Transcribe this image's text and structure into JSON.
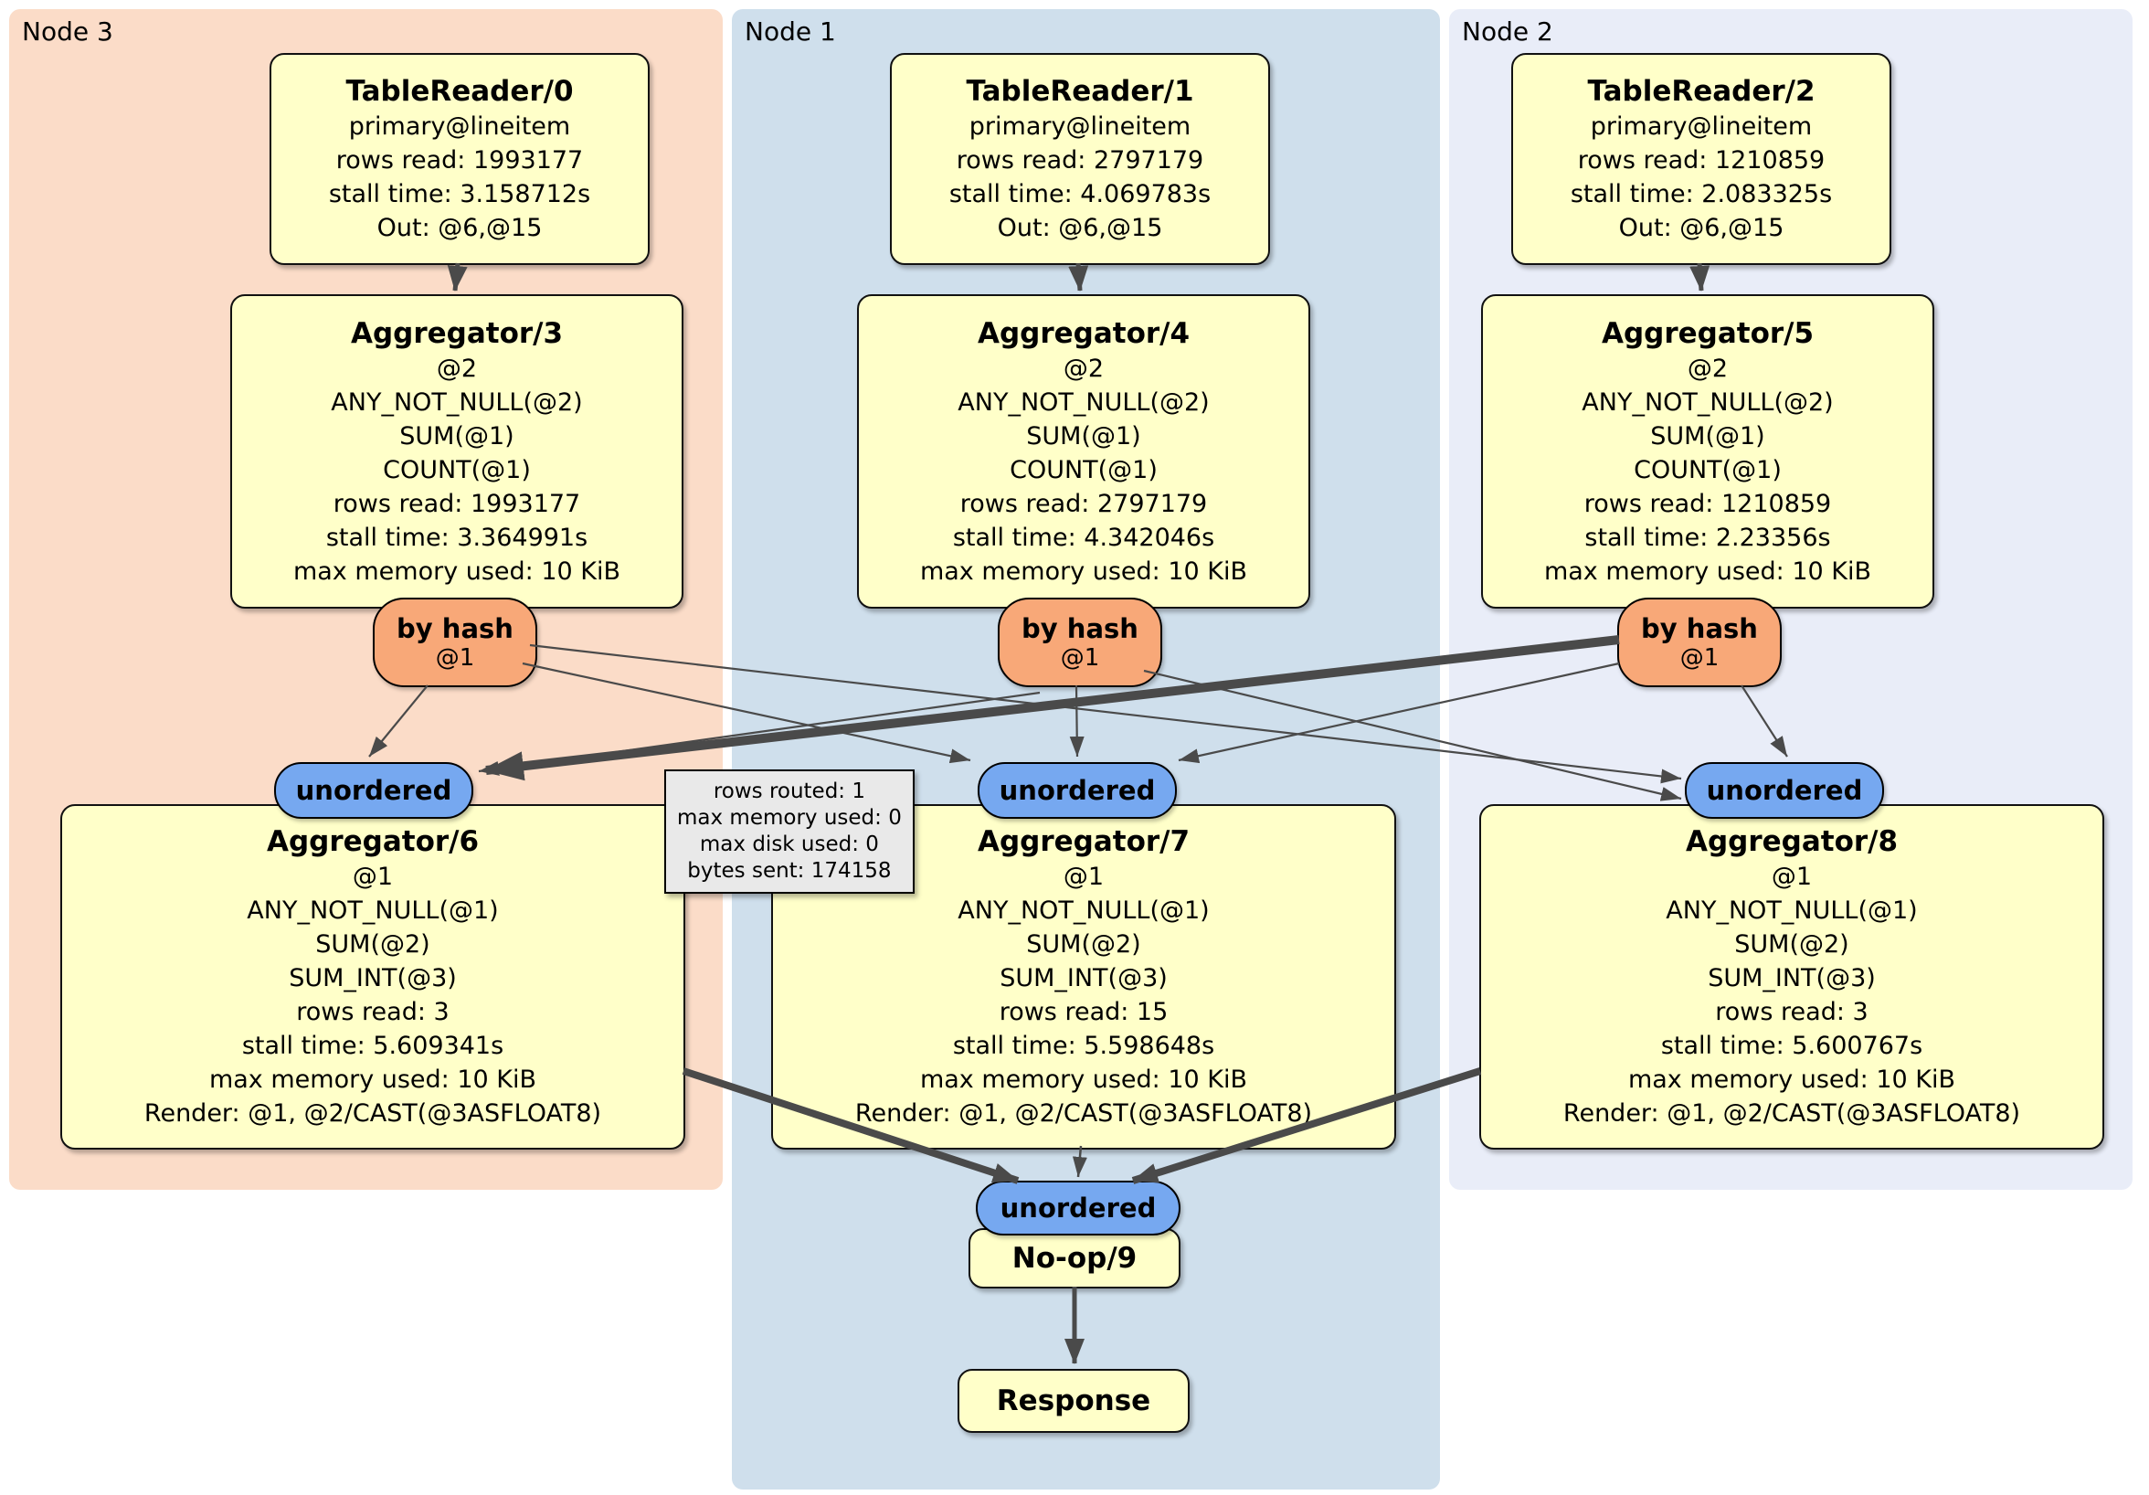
{
  "colors": {
    "page-bg": "#ffffff",
    "node3-bg": "#fbdcc8",
    "node1-bg": "#cfdfec",
    "node2-bg": "#e9edf8",
    "box-fill": "#ffffc9",
    "box-border": "#111111",
    "router-fill": "#f8a878",
    "sync-fill": "#76a8f0",
    "edge": "#4a4a4a",
    "tooltip-bg": "#e9e9e9"
  },
  "panels": {
    "node3": {
      "label": "Node 3"
    },
    "node1": {
      "label": "Node 1"
    },
    "node2": {
      "label": "Node 2"
    }
  },
  "processors": {
    "tr0": {
      "title": "TableReader/0",
      "lines": [
        "primary@lineitem",
        "rows read: 1993177",
        "stall time: 3.158712s",
        "Out: @6,@15"
      ]
    },
    "tr1": {
      "title": "TableReader/1",
      "lines": [
        "primary@lineitem",
        "rows read: 2797179",
        "stall time: 4.069783s",
        "Out: @6,@15"
      ]
    },
    "tr2": {
      "title": "TableReader/2",
      "lines": [
        "primary@lineitem",
        "rows read: 1210859",
        "stall time: 2.083325s",
        "Out: @6,@15"
      ]
    },
    "agg3": {
      "title": "Aggregator/3",
      "lines": [
        "@2",
        "ANY_NOT_NULL(@2)",
        "SUM(@1)",
        "COUNT(@1)",
        "rows read: 1993177",
        "stall time: 3.364991s",
        "max memory used: 10 KiB"
      ]
    },
    "agg4": {
      "title": "Aggregator/4",
      "lines": [
        "@2",
        "ANY_NOT_NULL(@2)",
        "SUM(@1)",
        "COUNT(@1)",
        "rows read: 2797179",
        "stall time: 4.342046s",
        "max memory used: 10 KiB"
      ]
    },
    "agg5": {
      "title": "Aggregator/5",
      "lines": [
        "@2",
        "ANY_NOT_NULL(@2)",
        "SUM(@1)",
        "COUNT(@1)",
        "rows read: 1210859",
        "stall time: 2.23356s",
        "max memory used: 10 KiB"
      ]
    },
    "agg6": {
      "title": "Aggregator/6",
      "lines": [
        "@1",
        "ANY_NOT_NULL(@1)",
        "SUM(@2)",
        "SUM_INT(@3)",
        "rows read: 3",
        "stall time: 5.609341s",
        "max memory used: 10 KiB",
        "Render: @1, @2/CAST(@3ASFLOAT8)"
      ]
    },
    "agg7": {
      "title": "Aggregator/7",
      "lines": [
        "@1",
        "ANY_NOT_NULL(@1)",
        "SUM(@2)",
        "SUM_INT(@3)",
        "rows read: 15",
        "stall time: 5.598648s",
        "max memory used: 10 KiB",
        "Render: @1, @2/CAST(@3ASFLOAT8)"
      ]
    },
    "agg8": {
      "title": "Aggregator/8",
      "lines": [
        "@1",
        "ANY_NOT_NULL(@1)",
        "SUM(@2)",
        "SUM_INT(@3)",
        "rows read: 3",
        "stall time: 5.600767s",
        "max memory used: 10 KiB",
        "Render: @1, @2/CAST(@3ASFLOAT8)"
      ]
    },
    "noop": {
      "title": "No-op/9",
      "lines": []
    },
    "response": {
      "title": "Response",
      "lines": []
    }
  },
  "routers": {
    "hash3": {
      "label": "by hash",
      "sub": "@1"
    },
    "hash4": {
      "label": "by hash",
      "sub": "@1"
    },
    "hash5": {
      "label": "by hash",
      "sub": "@1"
    }
  },
  "syncs": {
    "sync6": {
      "label": "unordered"
    },
    "sync7": {
      "label": "unordered"
    },
    "sync8": {
      "label": "unordered"
    },
    "sync9": {
      "label": "unordered"
    }
  },
  "tooltip": {
    "lines": [
      "rows routed: 1",
      "max memory used: 0",
      "max disk used: 0",
      "bytes sent: 174158"
    ]
  }
}
